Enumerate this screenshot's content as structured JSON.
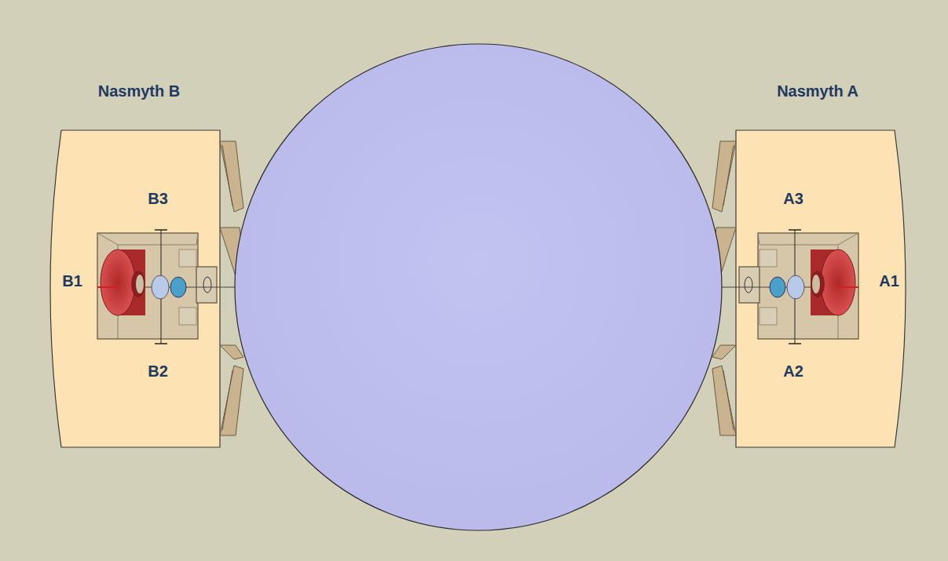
{
  "diagram": {
    "labels": [
      "Nasmyth B",
      "Nasmyth A",
      "B3",
      "A3",
      "B1",
      "A1",
      "B2",
      "A2"
    ]
  }
}
